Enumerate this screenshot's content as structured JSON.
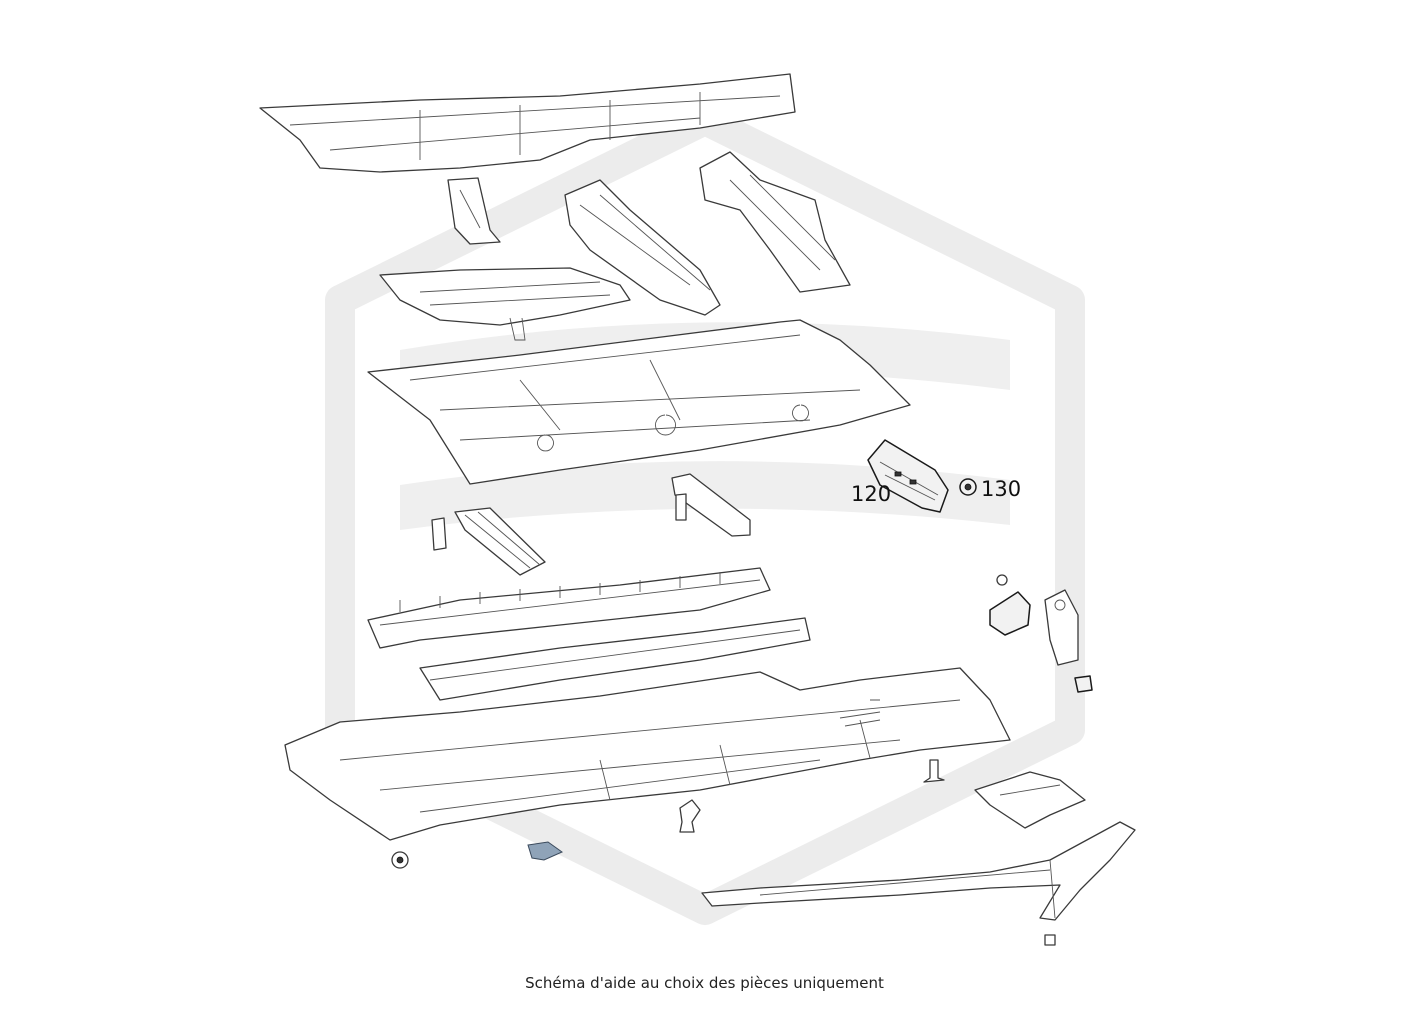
{
  "callouts": [
    {
      "label": "120"
    },
    {
      "label": "130"
    }
  ],
  "caption": "Schéma d'aide au choix des pièces uniquement",
  "colors": {
    "watermark": "#ececec",
    "outline": "#3a3a3a",
    "highlight_part": "#f2f2f2",
    "small_part_blue": "#8fa3b8"
  }
}
